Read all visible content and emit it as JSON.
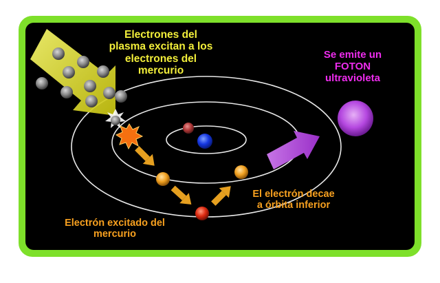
{
  "labels": {
    "plasma": [
      "Electrones del",
      "plasma excitan a los",
      "electrones del",
      "mercurio"
    ],
    "photon": [
      "Se emite un",
      "FOTON",
      "ultravioleta"
    ],
    "decay": [
      "El electrón decae",
      "a órbita inferior"
    ],
    "excited": [
      "Electrón excitado del",
      "mercurio"
    ]
  },
  "colors": {
    "frame_border": "#7ee02a",
    "background": "#000000",
    "orbit": "#e8e8e8",
    "plasma_text": "#f2ee3a",
    "photon_text": "#ee2cee",
    "decay_text": "#f7a01f",
    "excited_text": "#f7a01f",
    "nucleus": "#1537e0",
    "inner_electron": "#c84040",
    "photon_sphere": "#b548e0",
    "photon_arrow": "#b24bd8",
    "plasma_arrow": "#e8e820",
    "plasma_electron": "#8a8a8a",
    "electron_orange": "#f0a020",
    "electron_red": "#dd2a10",
    "transition_arrow": "#e6a020"
  }
}
